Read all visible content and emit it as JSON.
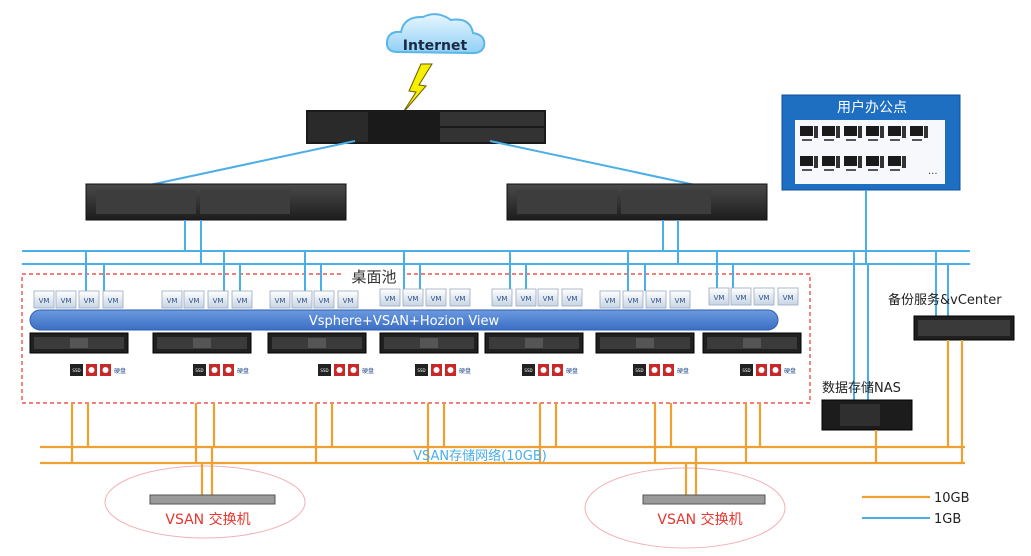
{
  "internet": {
    "label": "Internet"
  },
  "office": {
    "title": "用户办公点",
    "more": "..."
  },
  "pool": {
    "label": "桌面池"
  },
  "platform": {
    "label": "Vsphere+VSAN+Hozion View"
  },
  "vm_label": "VM",
  "ssd_label": "SSD",
  "disk_label": "硬盘",
  "backup": {
    "label": "备份服务&vCenter"
  },
  "nas": {
    "label": "数据存储NAS"
  },
  "vsan_network": {
    "label": "VSAN存储网络(10GB)"
  },
  "vsan_switches": [
    {
      "label": "VSAN 交换机"
    },
    {
      "label": "VSAN 交换机"
    }
  ],
  "legend": [
    {
      "label": "10GB",
      "color": "#f0a030"
    },
    {
      "label": "1GB",
      "color": "#4aaee8"
    }
  ],
  "colors": {
    "blue_link": "#4aaee8",
    "orange_link": "#f0a030",
    "pool_border": "#e8352e",
    "platform_bar": "#4a7fd4",
    "office_fill": "#1e6fc2"
  }
}
